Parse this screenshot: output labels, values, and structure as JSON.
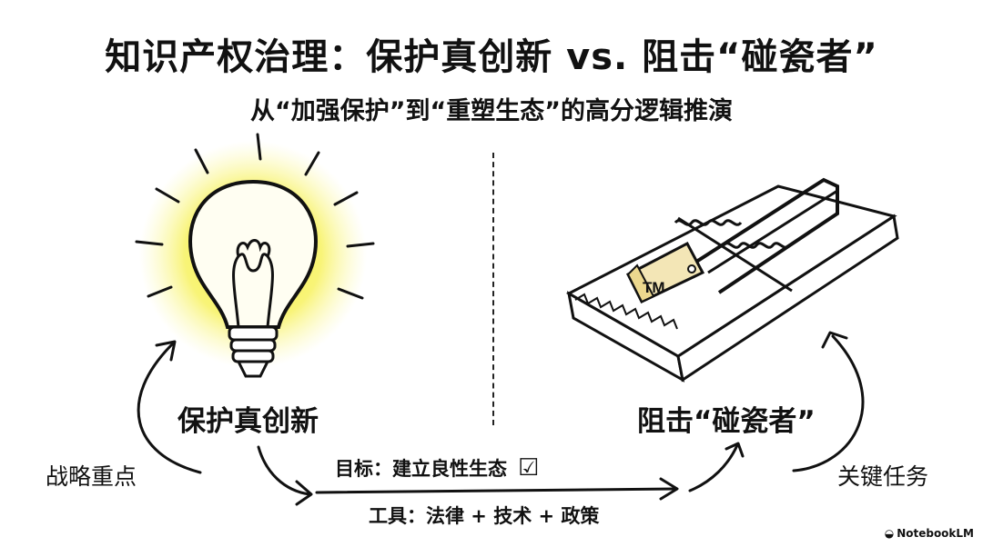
{
  "title": "知识产权治理：保护真创新 vs. 阻击“碰瓷者”",
  "subtitle": "从“加强保护”到“重塑生态”的高分逻辑推演",
  "left": {
    "label": "保护真创新",
    "note": "战略重点"
  },
  "right": {
    "label": "阻击“碰瓷者”",
    "note": "关键任务",
    "cheese_text": "TM"
  },
  "center": {
    "goal": "目标：建立良性生态",
    "goal_icon": "check-box-icon",
    "tools": "工具：法律 + 技术 + 政策"
  },
  "brand": "NotebookLM",
  "colors": {
    "bulb_glow": "#f4ee2c",
    "ink": "#111111",
    "cheese": "#f3e6b6"
  }
}
